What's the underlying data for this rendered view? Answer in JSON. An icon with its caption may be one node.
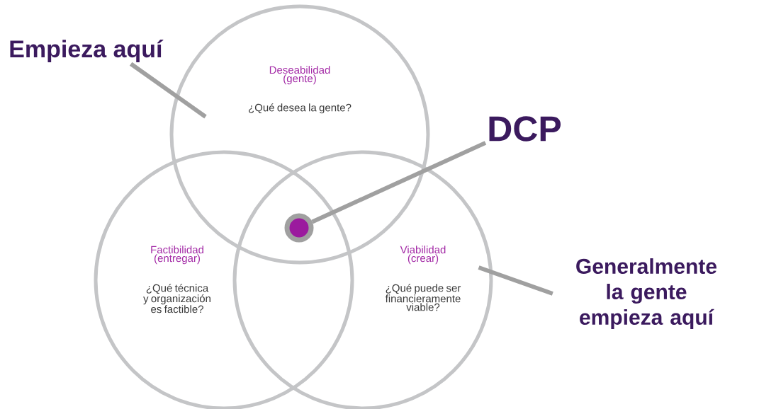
{
  "diagram": {
    "nodes": [
      {
        "text": [
          "Empieza aquí"
        ]
      },
      {
        "text": [
          "Deseabilidad (gente)",
          "¿Qué desea la gente?"
        ]
      },
      {
        "text": [
          "Factibilidad (entregar)",
          "¿Qué técnica y organización es factible?"
        ]
      },
      {
        "text": [
          "Viabilidad (crear)",
          "¿Qué puede ser financieramente viable?"
        ]
      },
      {
        "text": [],
        "shape": "circle"
      },
      {
        "text": [
          "DCP"
        ]
      },
      {
        "text": [
          "Generalmente la gente empieza aquí"
        ]
      }
    ],
    "edges": [
      {
        "from": 0,
        "to": 1,
        "arrow": "none"
      },
      {
        "from": 5,
        "to": 4,
        "arrow": "none"
      },
      {
        "from": 6,
        "to": 3,
        "arrow": "none"
      }
    ]
  }
}
